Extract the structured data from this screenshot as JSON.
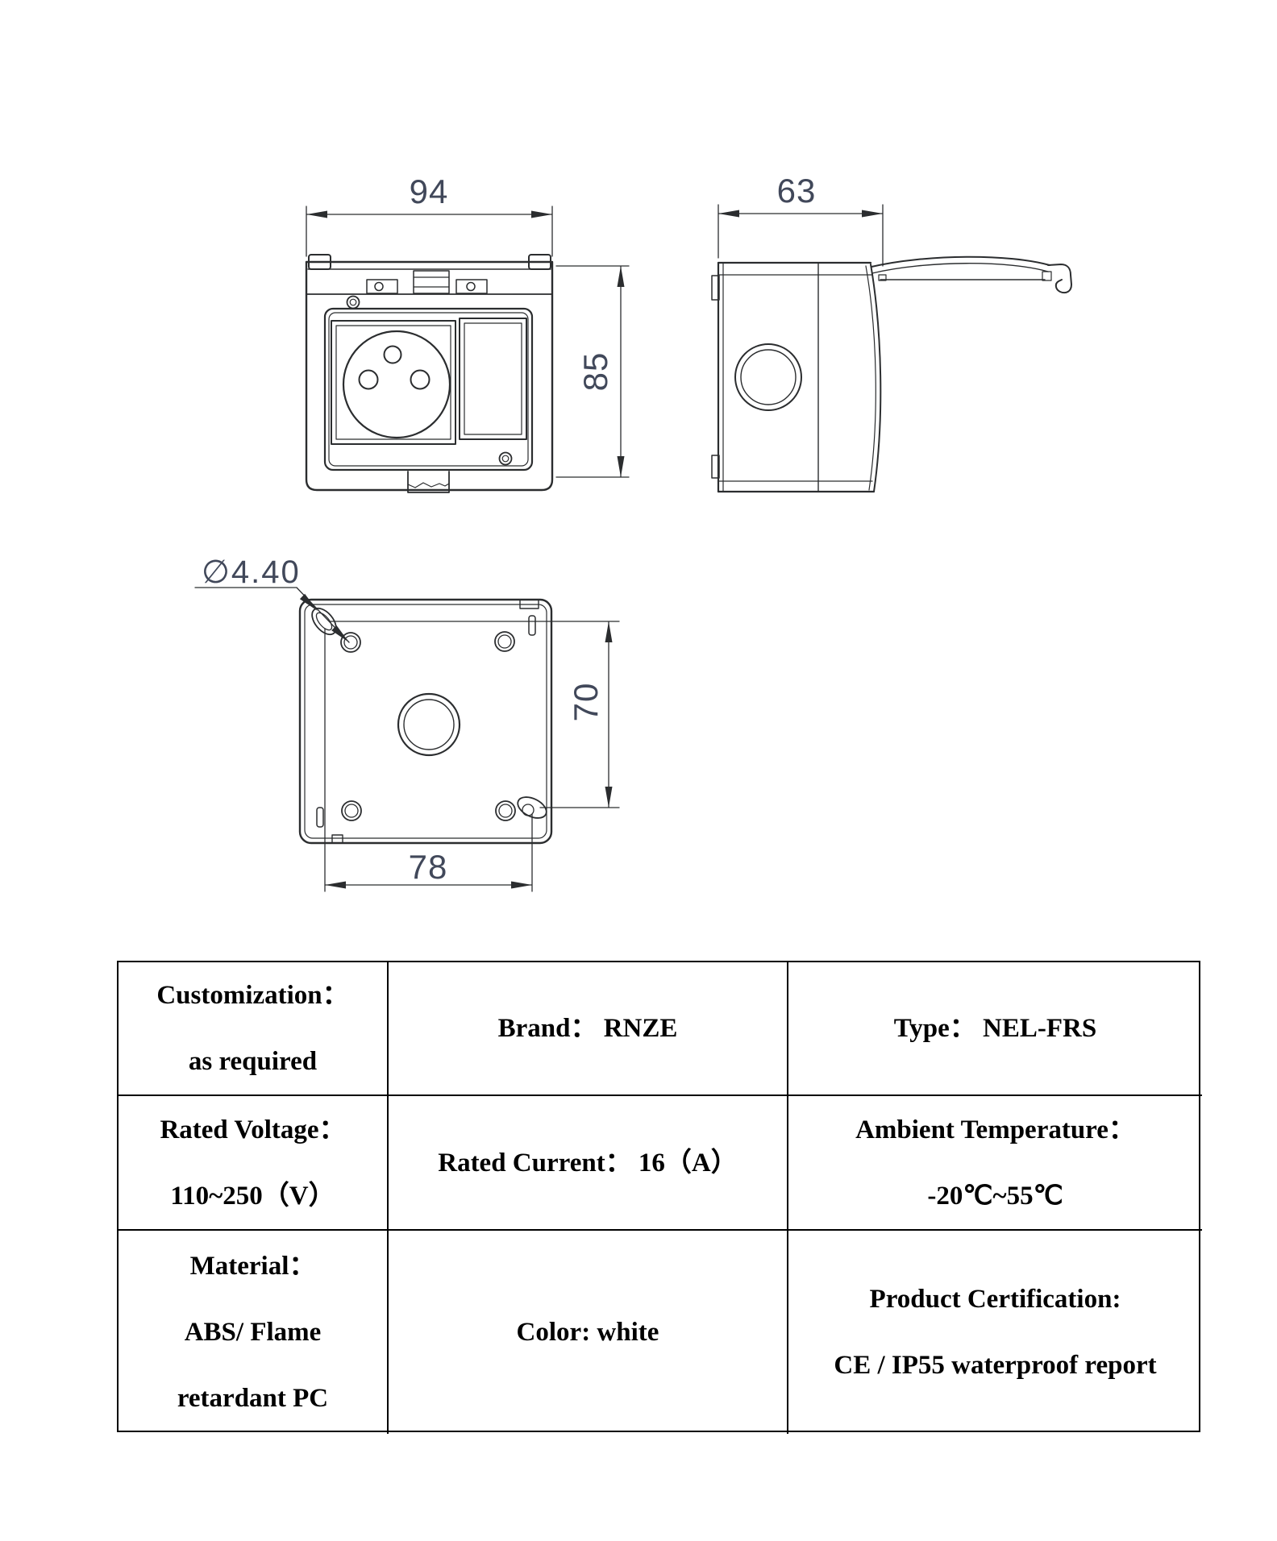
{
  "page": {
    "background": "#ffffff"
  },
  "drawing": {
    "line_color": "#2b2d2f",
    "dim_text_color": "#41485a",
    "front_view": {
      "width_dim": "94",
      "height_dim": "85"
    },
    "side_view": {
      "depth_dim": "63"
    },
    "back_view": {
      "hole_diameter_dim": "∅4.40",
      "vertical_pitch_dim": "70",
      "horizontal_pitch_dim": "78"
    }
  },
  "spec_table": {
    "rows": [
      {
        "cells": [
          {
            "lines": [
              "Customization：",
              "as required"
            ]
          },
          {
            "lines": [
              "Brand： RNZE"
            ]
          },
          {
            "lines": [
              "Type： NEL-FRS"
            ]
          }
        ]
      },
      {
        "cells": [
          {
            "lines": [
              "Rated Voltage：",
              "110~250（V）"
            ]
          },
          {
            "lines": [
              "Rated Current： 16（A）"
            ]
          },
          {
            "lines": [
              "Ambient Temperature：",
              "-20℃~55℃"
            ]
          }
        ]
      },
      {
        "cells": [
          {
            "lines": [
              "Material：",
              "ABS/ Flame",
              "retardant PC"
            ]
          },
          {
            "lines": [
              "Color: white"
            ]
          },
          {
            "lines": [
              "Product Certification:",
              "CE / IP55 waterproof report"
            ]
          }
        ]
      }
    ]
  }
}
